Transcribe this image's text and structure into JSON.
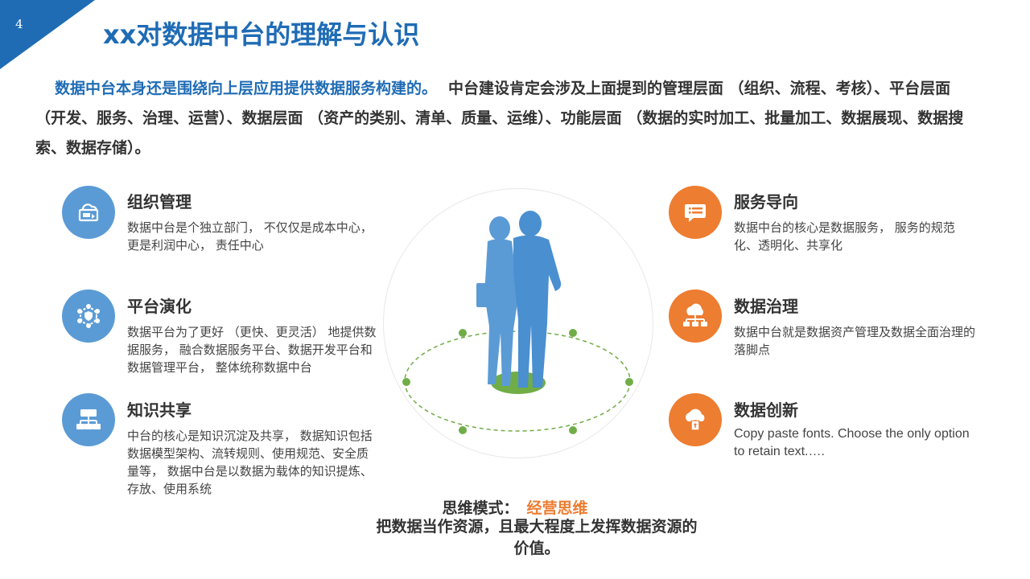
{
  "slide": {
    "page_number": "4",
    "title": "xx对数据中台的理解与认识"
  },
  "intro": {
    "lead": "数据中台本身还是围绕向上层应用提供数据服务构建的。",
    "rest": "中台建设肯定会涉及上面提到的管理层面 （组织、流程、考核）、平台层面 （开发、服务、治理、运营）、数据层面 （资产的类别、清单、质量、运维）、功能层面 （数据的实时加工、批量加工、数据展现、数据搜索、数据存储）。"
  },
  "left_items": [
    {
      "title": "组织管理",
      "desc": "数据中台是个独立部门， 不仅仅是成本中心，更是利润中心， 责任中心",
      "icon": "monitor-cloud-icon"
    },
    {
      "title": "平台演化",
      "desc": "数据平台为了更好 （更快、更灵活） 地提供数据服务， 融合数据服务平台、数据开发平台和数据管理平台， 整体统称数据中台",
      "icon": "network-shield-icon"
    },
    {
      "title": "知识共享",
      "desc": "中台的核心是知识沉淀及共享， 数据知识包括数据模型架构、流转规则、使用规范、安全质量等， 数据中台是以数据为载体的知识提炼、存放、使用系统",
      "icon": "hierarchy-icon"
    }
  ],
  "right_items": [
    {
      "title": "服务导向",
      "desc": "数据中台的核心是数据服务， 服务的规范化、透明化、共享化",
      "icon": "chat-list-icon"
    },
    {
      "title": "数据治理",
      "desc": "数据中台就是数据资产管理及数据全面治理的落脚点",
      "icon": "cloud-network-icon"
    },
    {
      "title": "数据创新",
      "desc": "Copy paste fonts. Choose the only option to retain text.….",
      "icon": "cloud-lock-icon"
    }
  ],
  "bottom": {
    "mode_label": "思维模式：",
    "mode_value": "经营思维",
    "conclusion": "把数据当作资源，且最大程度上发挥数据资源的价值。"
  },
  "colors": {
    "primary_blue": "#1f6cb5",
    "icon_blue": "#5b9bd5",
    "icon_orange": "#ed7d31",
    "figure_blue": "#5b9bd5",
    "ring_green": "#70ad47"
  }
}
